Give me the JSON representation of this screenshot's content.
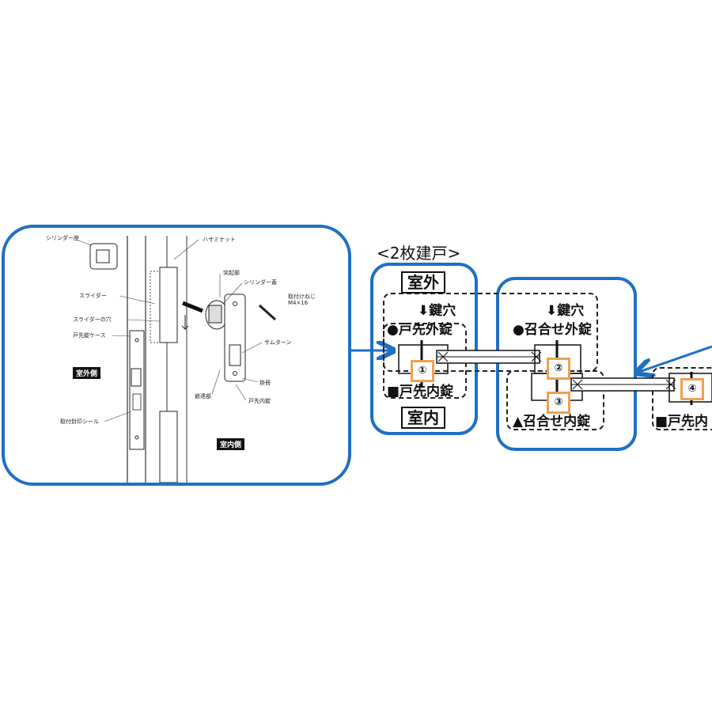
{
  "left_figure": {
    "labels": {
      "cylinder_seat": "シリンダー座",
      "hasami_nut": "ハサミナット",
      "protrusion": "突起部",
      "cylinder_cover": "シリンダー蓋",
      "screw": "取付けねじ",
      "screw_size": "M4×16",
      "slider": "スライダー",
      "slider_hole": "スライダーの穴",
      "case": "戸先錠ケース",
      "thumb_turn": "サムターン",
      "outdoor_side": "室外側",
      "indoor_side": "室内側",
      "seal": "取付封印シール",
      "engage": "嵌達部",
      "latch": "掛冊",
      "inner_lock": "戸先内錠"
    }
  },
  "right_figure": {
    "title": "<2枚建戸>",
    "outdoor": "室外",
    "indoor": "室内",
    "keyhole_1": "鍵穴",
    "keyhole_2": "鍵穴",
    "lock_tosaki_outer": "●戸先外錠",
    "lock_tosaki_inner": "■戸先内錠",
    "lock_meeting_outer": "●召合せ外錠",
    "lock_meeting_inner": "▲召合せ内錠",
    "lock_tosaki_inner_2": "■戸先内",
    "badges": [
      "①",
      "②",
      "③",
      "④"
    ]
  },
  "colors": {
    "accent": "#1f6fc5",
    "badge": "#f0a050"
  }
}
